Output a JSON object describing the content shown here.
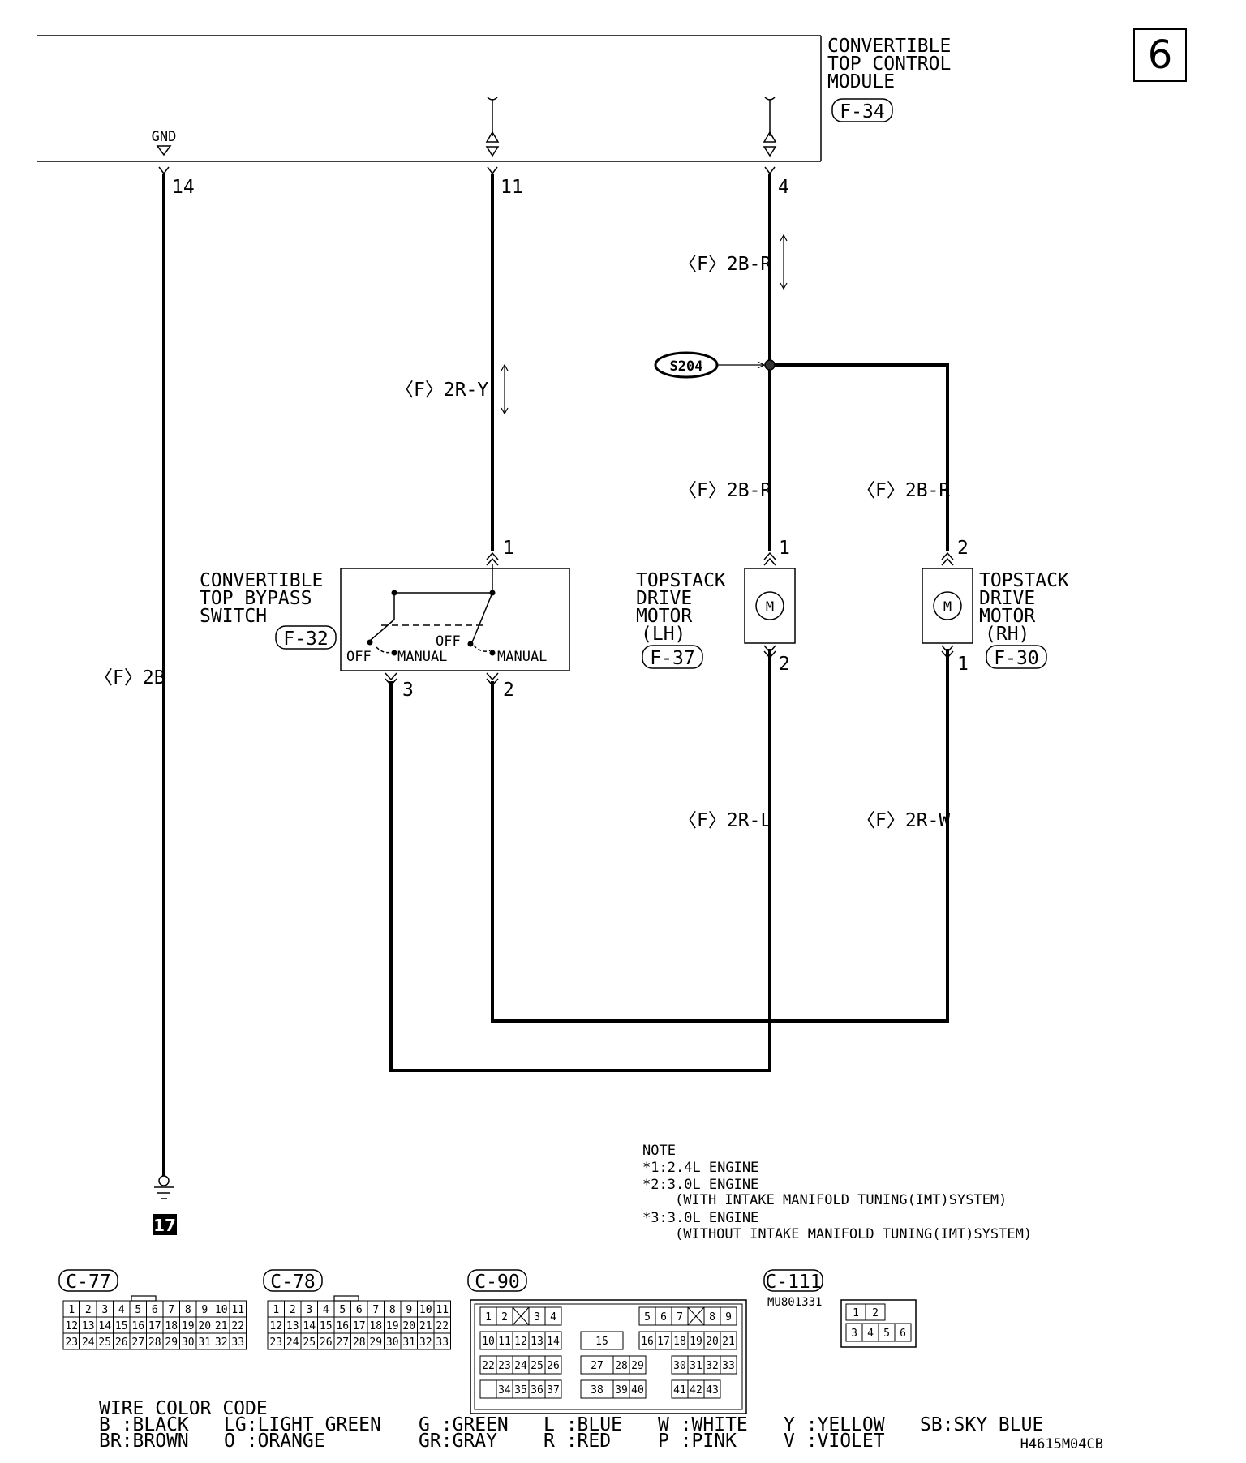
{
  "page_number": "6",
  "figure_code": "H4615M04CB",
  "module": {
    "name_lines": [
      "CONVERTIBLE",
      "TOP CONTROL",
      "MODULE"
    ],
    "connector": "F-34",
    "gnd_label": "GND",
    "pins": [
      "14",
      "11",
      "4"
    ]
  },
  "splice": "S204",
  "wires": {
    "ground": "〈F〉2B",
    "pin11": "〈F〉2R-Y",
    "pin4_top": "〈F〉2B-R",
    "lh_top": "〈F〉2B-R",
    "rh_top": "〈F〉2B-R",
    "lh_bottom": "〈F〉2R-L",
    "rh_bottom": "〈F〉2R-W"
  },
  "bypass_switch": {
    "name_lines": [
      "CONVERTIBLE",
      "TOP BYPASS",
      "SWITCH"
    ],
    "connector": "F-32",
    "positions": [
      "OFF",
      "MANUAL",
      "OFF",
      "MANUAL"
    ],
    "pins": [
      "1",
      "3",
      "2"
    ]
  },
  "motor_lh": {
    "name_lines": [
      "TOPSTACK",
      "DRIVE",
      "MOTOR",
      "(LH)"
    ],
    "connector": "F-37",
    "symbol": "M",
    "pins": [
      "1",
      "2"
    ]
  },
  "motor_rh": {
    "name_lines": [
      "TOPSTACK",
      "DRIVE",
      "MOTOR",
      "(RH)"
    ],
    "connector": "F-30",
    "symbol": "M",
    "pins": [
      "2",
      "1"
    ]
  },
  "ground_point": "17",
  "note": {
    "title": "NOTE",
    "lines": [
      "*1:2.4L ENGINE",
      "*2:3.0L ENGINE",
      "(WITH INTAKE MANIFOLD TUNING(IMT)SYSTEM)",
      "*3:3.0L ENGINE",
      "(WITHOUT INTAKE MANIFOLD TUNING(IMT)SYSTEM)"
    ]
  },
  "connectors": [
    {
      "id": "C-77",
      "rows": [
        [
          "1",
          "2",
          "3",
          "4",
          "5",
          "6",
          "7",
          "8",
          "9",
          "10",
          "11"
        ],
        [
          "12",
          "13",
          "14",
          "15",
          "16",
          "17",
          "18",
          "19",
          "20",
          "21",
          "22"
        ],
        [
          "23",
          "24",
          "25",
          "26",
          "27",
          "28",
          "29",
          "30",
          "31",
          "32",
          "33"
        ]
      ]
    },
    {
      "id": "C-78",
      "rows": [
        [
          "1",
          "2",
          "3",
          "4",
          "5",
          "6",
          "7",
          "8",
          "9",
          "10",
          "11"
        ],
        [
          "12",
          "13",
          "14",
          "15",
          "16",
          "17",
          "18",
          "19",
          "20",
          "21",
          "22"
        ],
        [
          "23",
          "24",
          "25",
          "26",
          "27",
          "28",
          "29",
          "30",
          "31",
          "32",
          "33"
        ]
      ]
    },
    {
      "id": "C-90",
      "left": [
        [
          "1",
          "2",
          "X",
          "3",
          "4"
        ],
        [
          "10",
          "11",
          "12",
          "13",
          "14"
        ],
        [
          "22",
          "23",
          "24",
          "25",
          "26"
        ],
        [
          "",
          "34",
          "35",
          "36",
          "37"
        ]
      ],
      "middle": [
        [
          "15"
        ],
        [
          "27",
          "28",
          "29"
        ],
        [
          "38",
          "39",
          "40"
        ]
      ],
      "right": [
        [
          "5",
          "6",
          "7",
          "X",
          "8",
          "9"
        ],
        [
          "16",
          "17",
          "18",
          "19",
          "20",
          "21"
        ],
        [
          "",
          "",
          "30",
          "31",
          "32",
          "33"
        ],
        [
          "",
          "",
          "41",
          "42",
          "43",
          ""
        ]
      ]
    },
    {
      "id": "C-111",
      "part_number": "MU801331",
      "top": [
        "1",
        "2"
      ],
      "bottom": [
        "3",
        "4",
        "5",
        "6"
      ]
    }
  ],
  "wire_color_code": {
    "title": "WIRE COLOR CODE",
    "entries": [
      "B :BLACK",
      "BR:BROWN",
      "LG:LIGHT GREEN",
      "O :ORANGE",
      "G :GREEN",
      "GR:GRAY",
      "L :BLUE",
      "R :RED",
      "W :WHITE",
      "P :PINK",
      "Y :YELLOW",
      "V :VIOLET",
      "SB:SKY BLUE"
    ]
  }
}
